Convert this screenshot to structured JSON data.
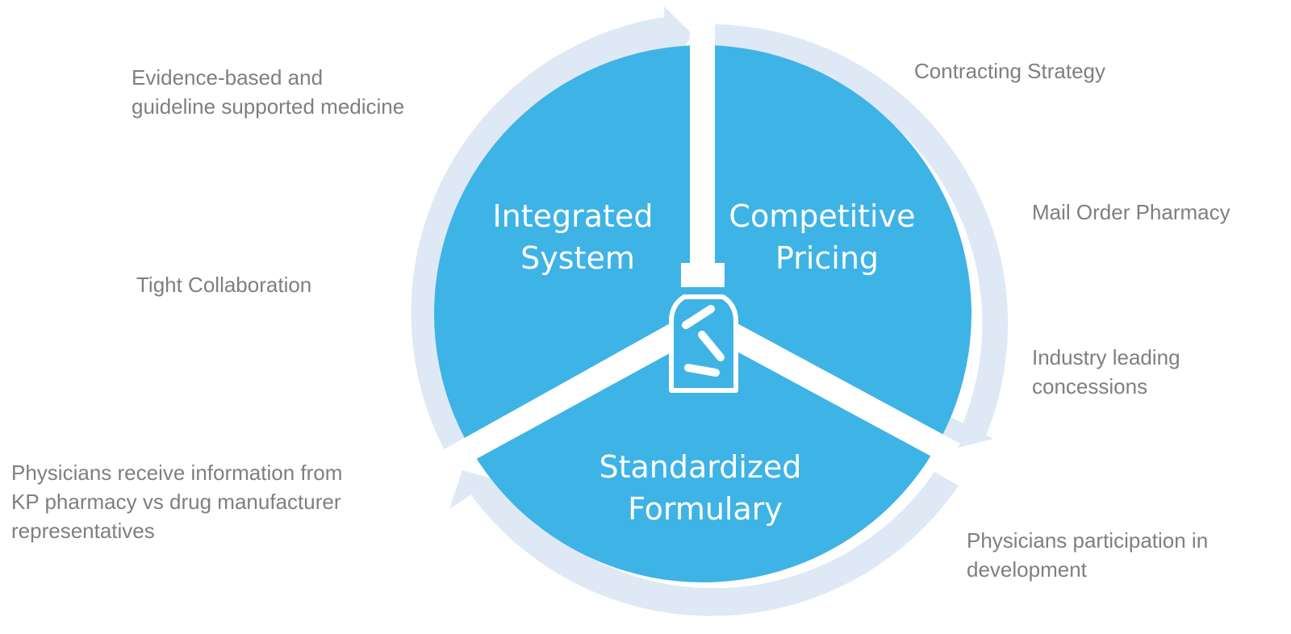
{
  "segments": {
    "integrated": {
      "line1": "Integrated",
      "line2": "System"
    },
    "pricing": {
      "line1": "Competitive",
      "line2": "Pricing"
    },
    "formulary": {
      "line1": "Standardized",
      "line2": "Formulary"
    }
  },
  "notes": {
    "evidence": "Evidence-based and\nguideline supported medicine",
    "collaboration": "Tight Collaboration",
    "physicians_info": "Physicians receive information from\nKP pharmacy vs drug manufacturer\nrepresentatives",
    "contracting": "Contracting Strategy",
    "mail_order": "Mail Order Pharmacy",
    "concessions": "Industry leading\nconcessions",
    "participation": "Physicians participation in\ndevelopment"
  },
  "center_icon": "pill-bottle-icon",
  "colors": {
    "segment_fill": "#3EB3E6",
    "ring_arrow": "#DEE9F5",
    "note_text": "#7F7F7F",
    "background": "#FFFFFF"
  }
}
